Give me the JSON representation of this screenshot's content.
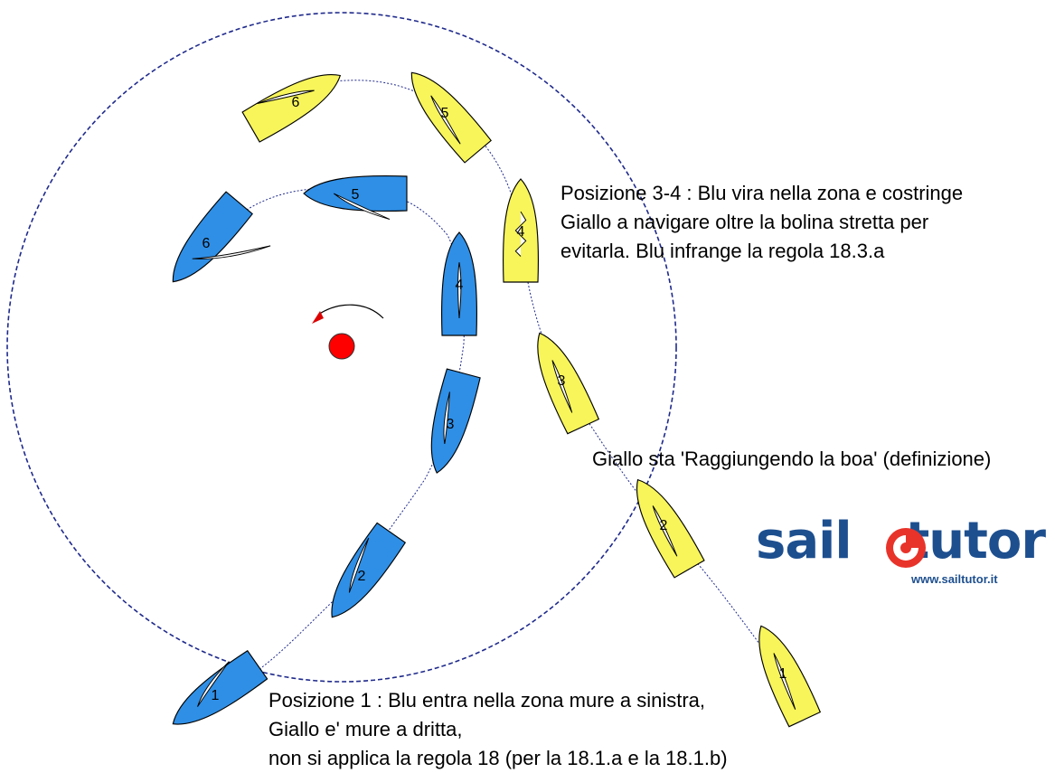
{
  "captions": {
    "position_3_4": {
      "lines": [
        "Posizione 3-4 : Blu vira nella zona e costringe",
        "Giallo a navigare oltre la bolina stretta per",
        "evitarla. Blu infrange la regola 18.3.a"
      ]
    },
    "raggiungendo": "Giallo sta 'Raggiungendo la boa' (definizione)",
    "position_1": {
      "lines": [
        "Posizione 1 : Blu entra nella zona mure a sinistra,",
        "Giallo e' mure a dritta,",
        "non si applica la regola 18 (per la 18.1.a e la 18.1.b)"
      ]
    }
  },
  "boats": {
    "blue": {
      "color": "#2f8fe6",
      "labels": [
        "1",
        "2",
        "3",
        "4",
        "5",
        "6"
      ]
    },
    "yellow": {
      "color": "#f7f55a",
      "labels": [
        "1",
        "2",
        "3",
        "4",
        "5",
        "6"
      ]
    }
  },
  "mark": {
    "color": "#ff0000"
  },
  "zone_circle": {
    "color": "#1f2a8c"
  },
  "logo": {
    "word_left": "sail",
    "word_right": "tutor",
    "url": "www.sailtutor.it",
    "color_text": "#1d4f8f",
    "color_swirl": "#e8332a"
  }
}
